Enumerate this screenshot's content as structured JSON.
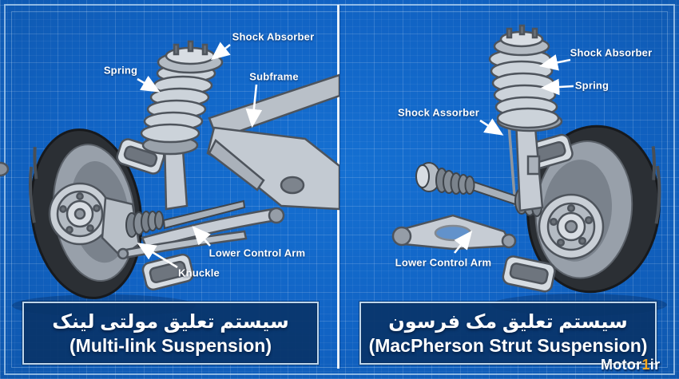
{
  "panels": [
    {
      "name": "multi-link",
      "labels": [
        {
          "id": "shock-absorber",
          "text": "Shock Absorber"
        },
        {
          "id": "spring",
          "text": "Spring"
        },
        {
          "id": "subframe",
          "text": "Subframe"
        },
        {
          "id": "lower-control-arm",
          "text": "Lower Control Arm"
        },
        {
          "id": "knuckle",
          "text": "Knuckle"
        }
      ],
      "caption_fa": "سیستم تعلیق مولتی لینک",
      "caption_en": "(Multi-link Suspension)"
    },
    {
      "name": "macpherson",
      "labels": [
        {
          "id": "shock-absorber",
          "text": "Shock Absorber"
        },
        {
          "id": "spring",
          "text": "Spring"
        },
        {
          "id": "shock-assorber",
          "text": "Shock Assorber"
        },
        {
          "id": "lower-control-arm",
          "text": "Lower Control Arm"
        }
      ],
      "caption_fa": "سیستم تعلیق مک فرسون",
      "caption_en": "(MacPherson Strut Suspension)"
    }
  ],
  "watermark": {
    "pre": "Motor",
    "num": "1",
    "post": "ir"
  },
  "colors": {
    "background_blue": "#1163c4",
    "caption_bg": "#093469",
    "caption_border": "#d3e8f8",
    "label_text": "#ffffff",
    "divider": "#f5faff",
    "watermark_accent": "#f9a91e"
  }
}
